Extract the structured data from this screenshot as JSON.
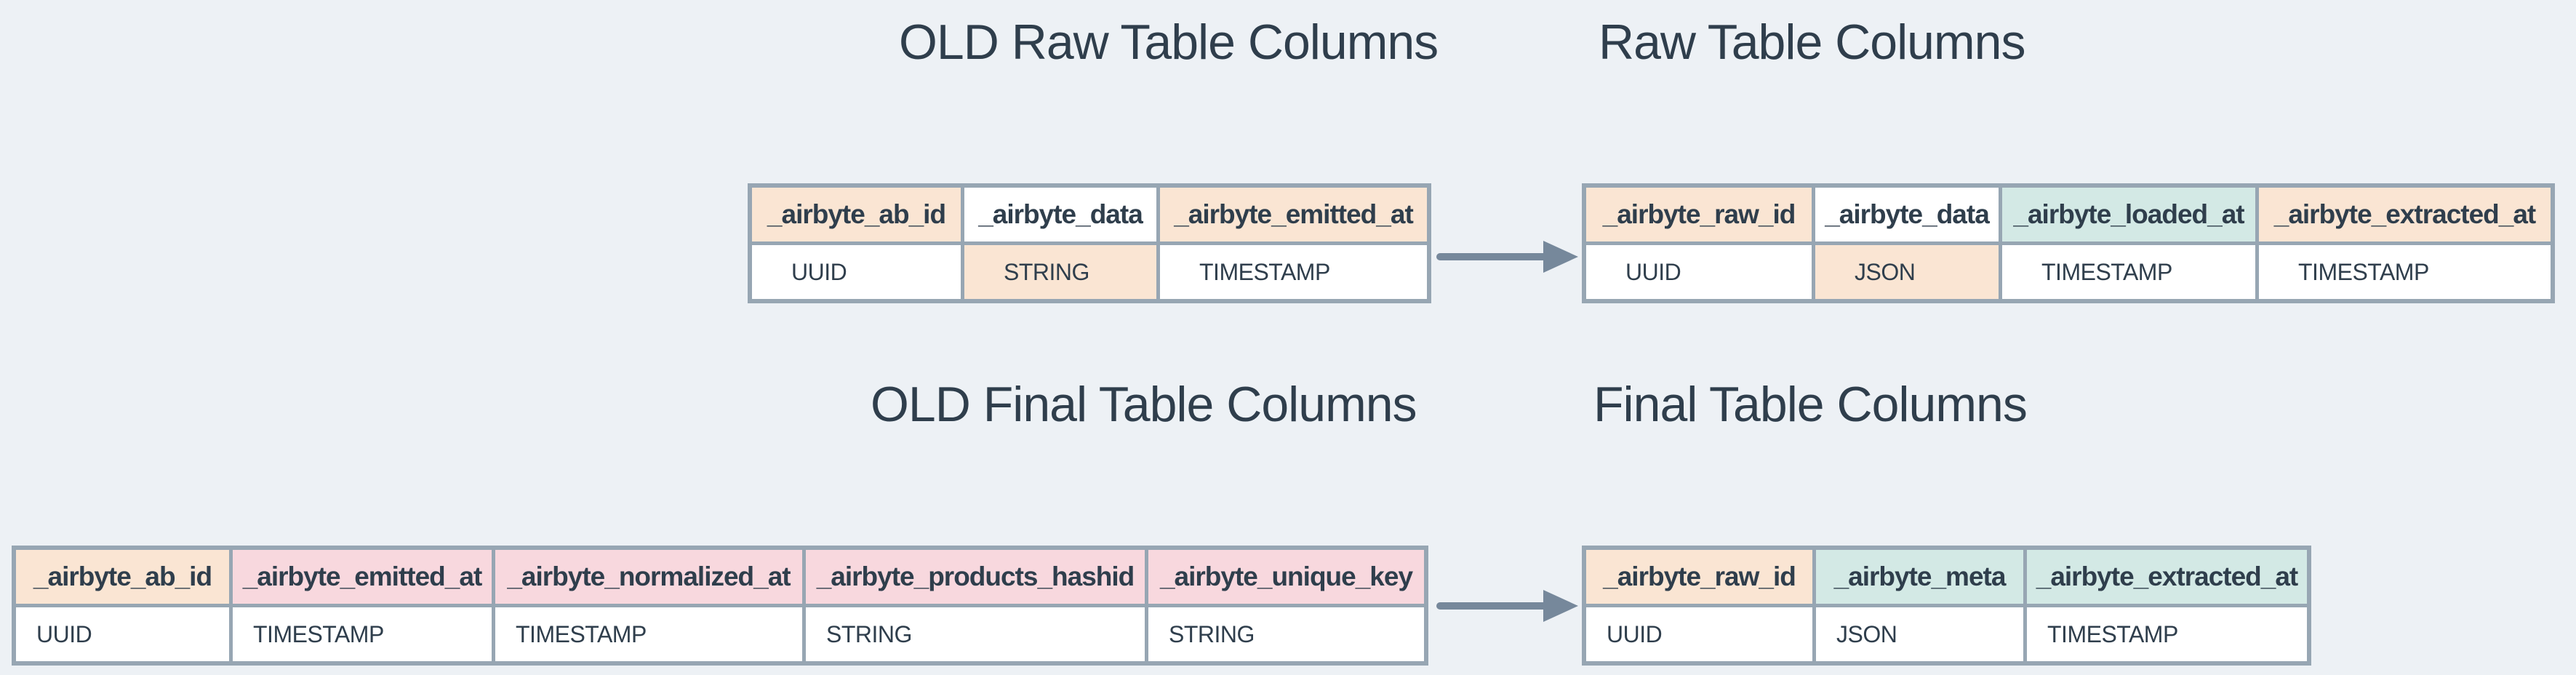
{
  "colors": {
    "canvas-bg": "#edf1f5",
    "cell-white": "#ffffff",
    "cell-peach": "#fae5d3",
    "cell-pink": "#f8d8de",
    "cell-teal": "#d3e9e5",
    "table-border": "#97a6b3",
    "text": "#2f3e4c",
    "arrow": "#76889b"
  },
  "titles": {
    "old_raw": "OLD Raw Table Columns",
    "raw": "Raw Table Columns",
    "old_final": "OLD Final Table Columns",
    "final": "Final Table Columns"
  },
  "icons": {
    "arrow": "right-arrow"
  },
  "tables": {
    "old_raw": {
      "columns": [
        {
          "name": "_airbyte_ab_id",
          "type": "UUID",
          "header_bg": "peach",
          "value_bg": "white"
        },
        {
          "name": "_airbyte_data",
          "type": "STRING",
          "header_bg": "white",
          "value_bg": "peach"
        },
        {
          "name": "_airbyte_emitted_at",
          "type": "TIMESTAMP",
          "header_bg": "peach",
          "value_bg": "white"
        }
      ]
    },
    "raw": {
      "columns": [
        {
          "name": "_airbyte_raw_id",
          "type": "UUID",
          "header_bg": "peach",
          "value_bg": "white"
        },
        {
          "name": "_airbyte_data",
          "type": "JSON",
          "header_bg": "white",
          "value_bg": "peach"
        },
        {
          "name": "_airbyte_loaded_at",
          "type": "TIMESTAMP",
          "header_bg": "teal",
          "value_bg": "white"
        },
        {
          "name": "_airbyte_extracted_at",
          "type": "TIMESTAMP",
          "header_bg": "peach",
          "value_bg": "white"
        }
      ]
    },
    "old_final": {
      "columns": [
        {
          "name": "_airbyte_ab_id",
          "type": "UUID",
          "header_bg": "peach",
          "value_bg": "white"
        },
        {
          "name": "_airbyte_emitted_at",
          "type": "TIMESTAMP",
          "header_bg": "pink",
          "value_bg": "white"
        },
        {
          "name": "_airbyte_normalized_at",
          "type": "TIMESTAMP",
          "header_bg": "pink",
          "value_bg": "white"
        },
        {
          "name": "_airbyte_products_hashid",
          "type": "STRING",
          "header_bg": "pink",
          "value_bg": "white"
        },
        {
          "name": "_airbyte_unique_key",
          "type": "STRING",
          "header_bg": "pink",
          "value_bg": "white"
        }
      ]
    },
    "final": {
      "columns": [
        {
          "name": "_airbyte_raw_id",
          "type": "UUID",
          "header_bg": "peach",
          "value_bg": "white"
        },
        {
          "name": "_airbyte_meta",
          "type": "JSON",
          "header_bg": "teal",
          "value_bg": "white"
        },
        {
          "name": "_airbyte_extracted_at",
          "type": "TIMESTAMP",
          "header_bg": "teal",
          "value_bg": "white"
        }
      ]
    }
  }
}
